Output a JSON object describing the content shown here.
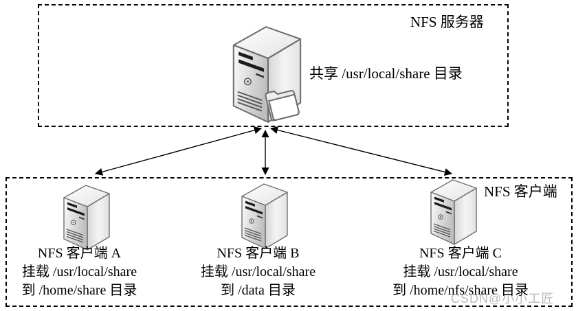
{
  "server_box": {
    "label": "NFS 服务器",
    "share_text": "共享 /usr/local/share 目录"
  },
  "client_box": {
    "label": "NFS 客户端",
    "clients": [
      {
        "name": "NFS 客户端 A",
        "mount": "挂载 /usr/local/share",
        "target": "到 /home/share 目录"
      },
      {
        "name": "NFS 客户端 B",
        "mount": "挂载 /usr/local/share",
        "target": "到 /data 目录"
      },
      {
        "name": "NFS 客户端 C",
        "mount": "挂载 /usr/local/share",
        "target": "到 /home/nfs/share 目录"
      }
    ]
  },
  "watermark": "CSDN@小小工匠",
  "icons": {
    "server": "tower-server-with-shared-folder-icon",
    "client": "tower-server-icon"
  },
  "colors": {
    "line": "#000000",
    "text": "#000000",
    "watermark": "#919191",
    "background": "#ffffff"
  }
}
